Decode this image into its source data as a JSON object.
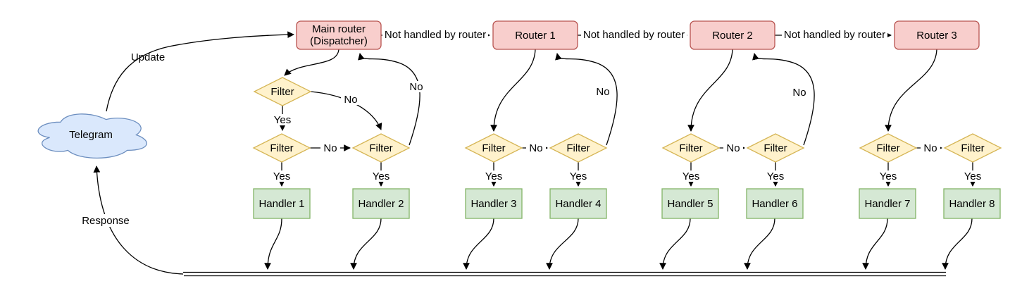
{
  "colors": {
    "canvas": "#ffffff",
    "router-fill": "#f8cecc",
    "router-stroke": "#b85450",
    "filter-fill": "#fff2cc",
    "filter-stroke": "#d6b656",
    "handler-fill": "#d5e8d4",
    "handler-stroke": "#82b366",
    "cloud-fill": "#dae8fc",
    "cloud-stroke": "#6c8ebf",
    "edge": "#000000"
  },
  "cloud": {
    "label": "Telegram"
  },
  "routers": {
    "main_line1": "Main router",
    "main_line2": "(Dispatcher)",
    "router1": "Router 1",
    "router2": "Router 2",
    "router3": "Router 3"
  },
  "handlers": [
    "Handler 1",
    "Handler 2",
    "Handler 3",
    "Handler 4",
    "Handler 5",
    "Handler 6",
    "Handler 7",
    "Handler 8"
  ],
  "labels": {
    "filter": "Filter",
    "yes": "Yes",
    "no": "No",
    "not_handled": "Not handled by router",
    "update": "Update",
    "response": "Response"
  }
}
